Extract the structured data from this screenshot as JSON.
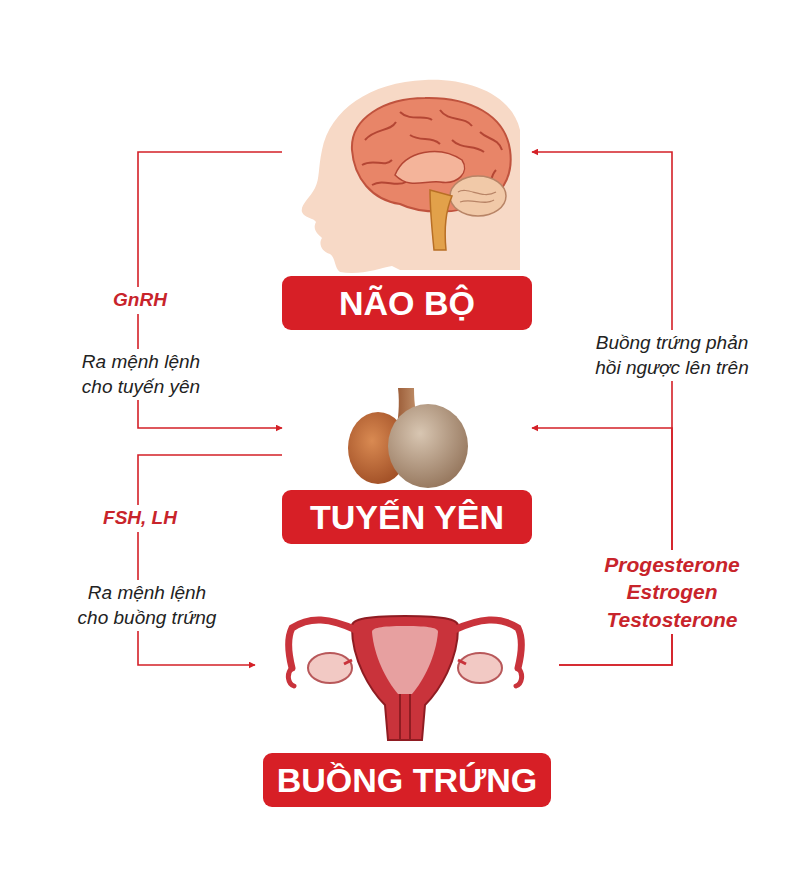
{
  "diagram": {
    "nodes": [
      {
        "text": [
          "NÃO BỘ"
        ]
      },
      {
        "text": [
          "TUYẾN YÊN"
        ]
      },
      {
        "text": [
          "BUỒNG TRỨNG"
        ]
      }
    ],
    "edges": [
      {
        "from": 0,
        "to": 1,
        "arrow": "to",
        "label": "GnRH"
      },
      {
        "from": 1,
        "to": 2,
        "arrow": "to",
        "label": "FSH, LH"
      },
      {
        "from": 2,
        "to": 0,
        "arrow": "to",
        "label": "Buồng trứng phản hồi ngược lên trên"
      },
      {
        "from": 2,
        "to": 1,
        "arrow": "to",
        "label": "Progesterone Estrogen Testosterone"
      }
    ],
    "labels": [
      "Ra mệnh lệnh cho tuyến yên",
      "Ra mệnh lệnh cho buồng trứng"
    ]
  }
}
